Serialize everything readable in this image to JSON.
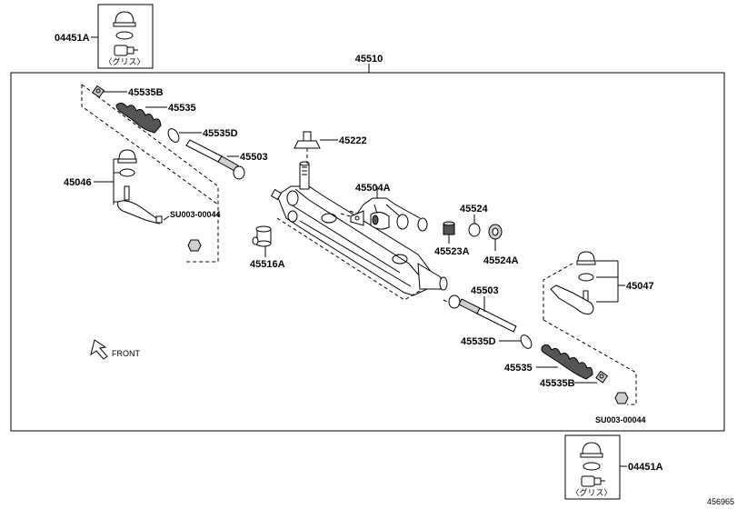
{
  "labels": {
    "p04451a_top": "04451A",
    "p04451a_bottom": "04451A",
    "p45510": "45510",
    "p45535b_left": "45535B",
    "p45535_left": "45535",
    "p45535d_left": "45535D",
    "p45503_left": "45503",
    "p45222": "45222",
    "p45046": "45046",
    "su0003_left": "SU003-00044",
    "p45504a": "45504A",
    "p45524": "45524",
    "p45523a": "45523A",
    "p45524a": "45524A",
    "p45516a": "45516A",
    "p45503_right": "45503",
    "p45047": "45047",
    "p45535d_right": "45535D",
    "p45535_right": "45535",
    "p45535b_right": "45535B",
    "su0003_right": "SU003-00044",
    "front": "FRONT",
    "grease_top": "〈グリス〉",
    "grease_bottom": "〈グリス〉",
    "diagram_id": "456965"
  }
}
